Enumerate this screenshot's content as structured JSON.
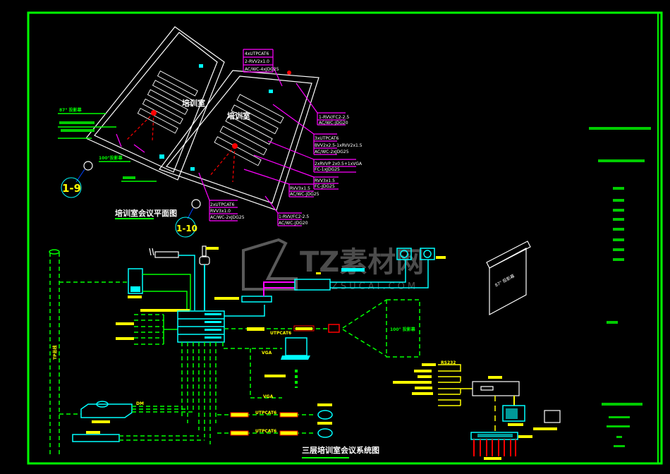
{
  "colors": {
    "background": "#000000",
    "frame": "#00ff00",
    "wall": "#ffffff",
    "cable_label": "#ff00ff",
    "device": "#00ffff",
    "label": "#ffff00",
    "projector": "#ff0000"
  },
  "floor_plan": {
    "title": "培训室会议平面图",
    "room_label": "培训室",
    "callouts": [
      "1-9",
      "1-10"
    ],
    "notes": {
      "screen_87": "87\" 投影幕",
      "screen_100": "100\"投影幕"
    },
    "cable_tags": [
      {
        "lines": [
          "4xUTPCAT6",
          "2-RVV2x1.0",
          "AC/WC-4xJDG25"
        ]
      },
      {
        "lines": [
          "1-RVV/FC2-2.5",
          "AC/WC-JDG20"
        ]
      },
      {
        "lines": [
          "3xUTPCAT6",
          "BVV2x2.5-1xRVV2x1.5",
          "AC/WC-2xJDG25"
        ]
      },
      {
        "lines": [
          "2xRVVP 2x0.5+1xVGA",
          "FC-1xJDG25"
        ]
      },
      {
        "lines": [
          "RVV3x1.5",
          "FC-JDG25"
        ]
      },
      {
        "lines": [
          "RVV3x1.5",
          "AC/WC-JDG25"
        ]
      },
      {
        "lines": [
          "2xUTPCAT6",
          "RVV3x1.0",
          "AC/WC-2xJDG25"
        ]
      },
      {
        "lines": [
          "1-RVV/FC2-2.5",
          "AC/WC-JDG20"
        ]
      }
    ]
  },
  "system_diagram": {
    "title": "三层培训室会议系统图",
    "labels": {
      "utp1": "UTPCAT6",
      "utp2": "UTPCAT6",
      "utp3": "UTPCAT6",
      "vga1": "VGA",
      "vga2": "VGA",
      "dm": "DM",
      "rs232": "RS232",
      "screen": "100\" 投影幕",
      "tp_bus": "TP总线",
      "screen_87": "87\" 投影幕"
    }
  },
  "watermark": {
    "brand": "TZ素材网",
    "url": "ZSUCAI.COM"
  }
}
